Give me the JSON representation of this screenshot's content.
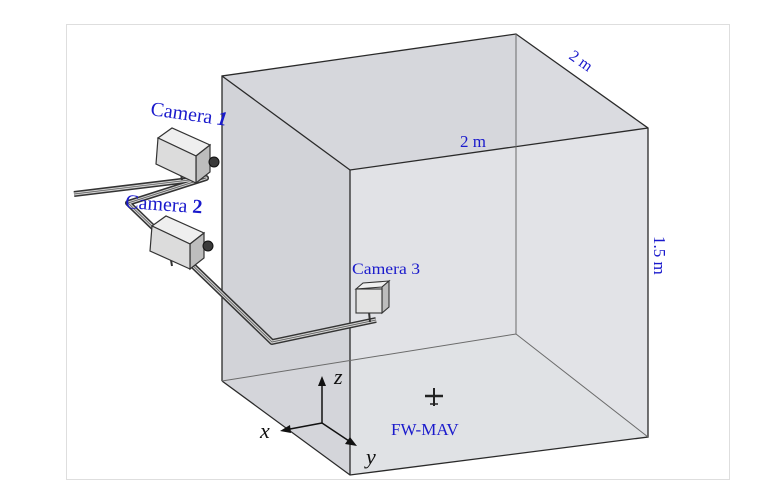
{
  "labels": {
    "camera1": {
      "word": "Camera",
      "num": "1"
    },
    "camera2": {
      "word": "Camera",
      "num": "2"
    },
    "camera3": "Camera 3",
    "dim_depth": "2 m",
    "dim_width": "2 m",
    "dim_height": "1.5 m",
    "axis_x": "x",
    "axis_y": "y",
    "axis_z": "z",
    "target": "FW-MAV"
  },
  "colors": {
    "label_blue": "#1a1acc",
    "room_fill": "#dcdde2",
    "edge": "#2a2a2a",
    "camera_body": "#d9d9d9"
  }
}
